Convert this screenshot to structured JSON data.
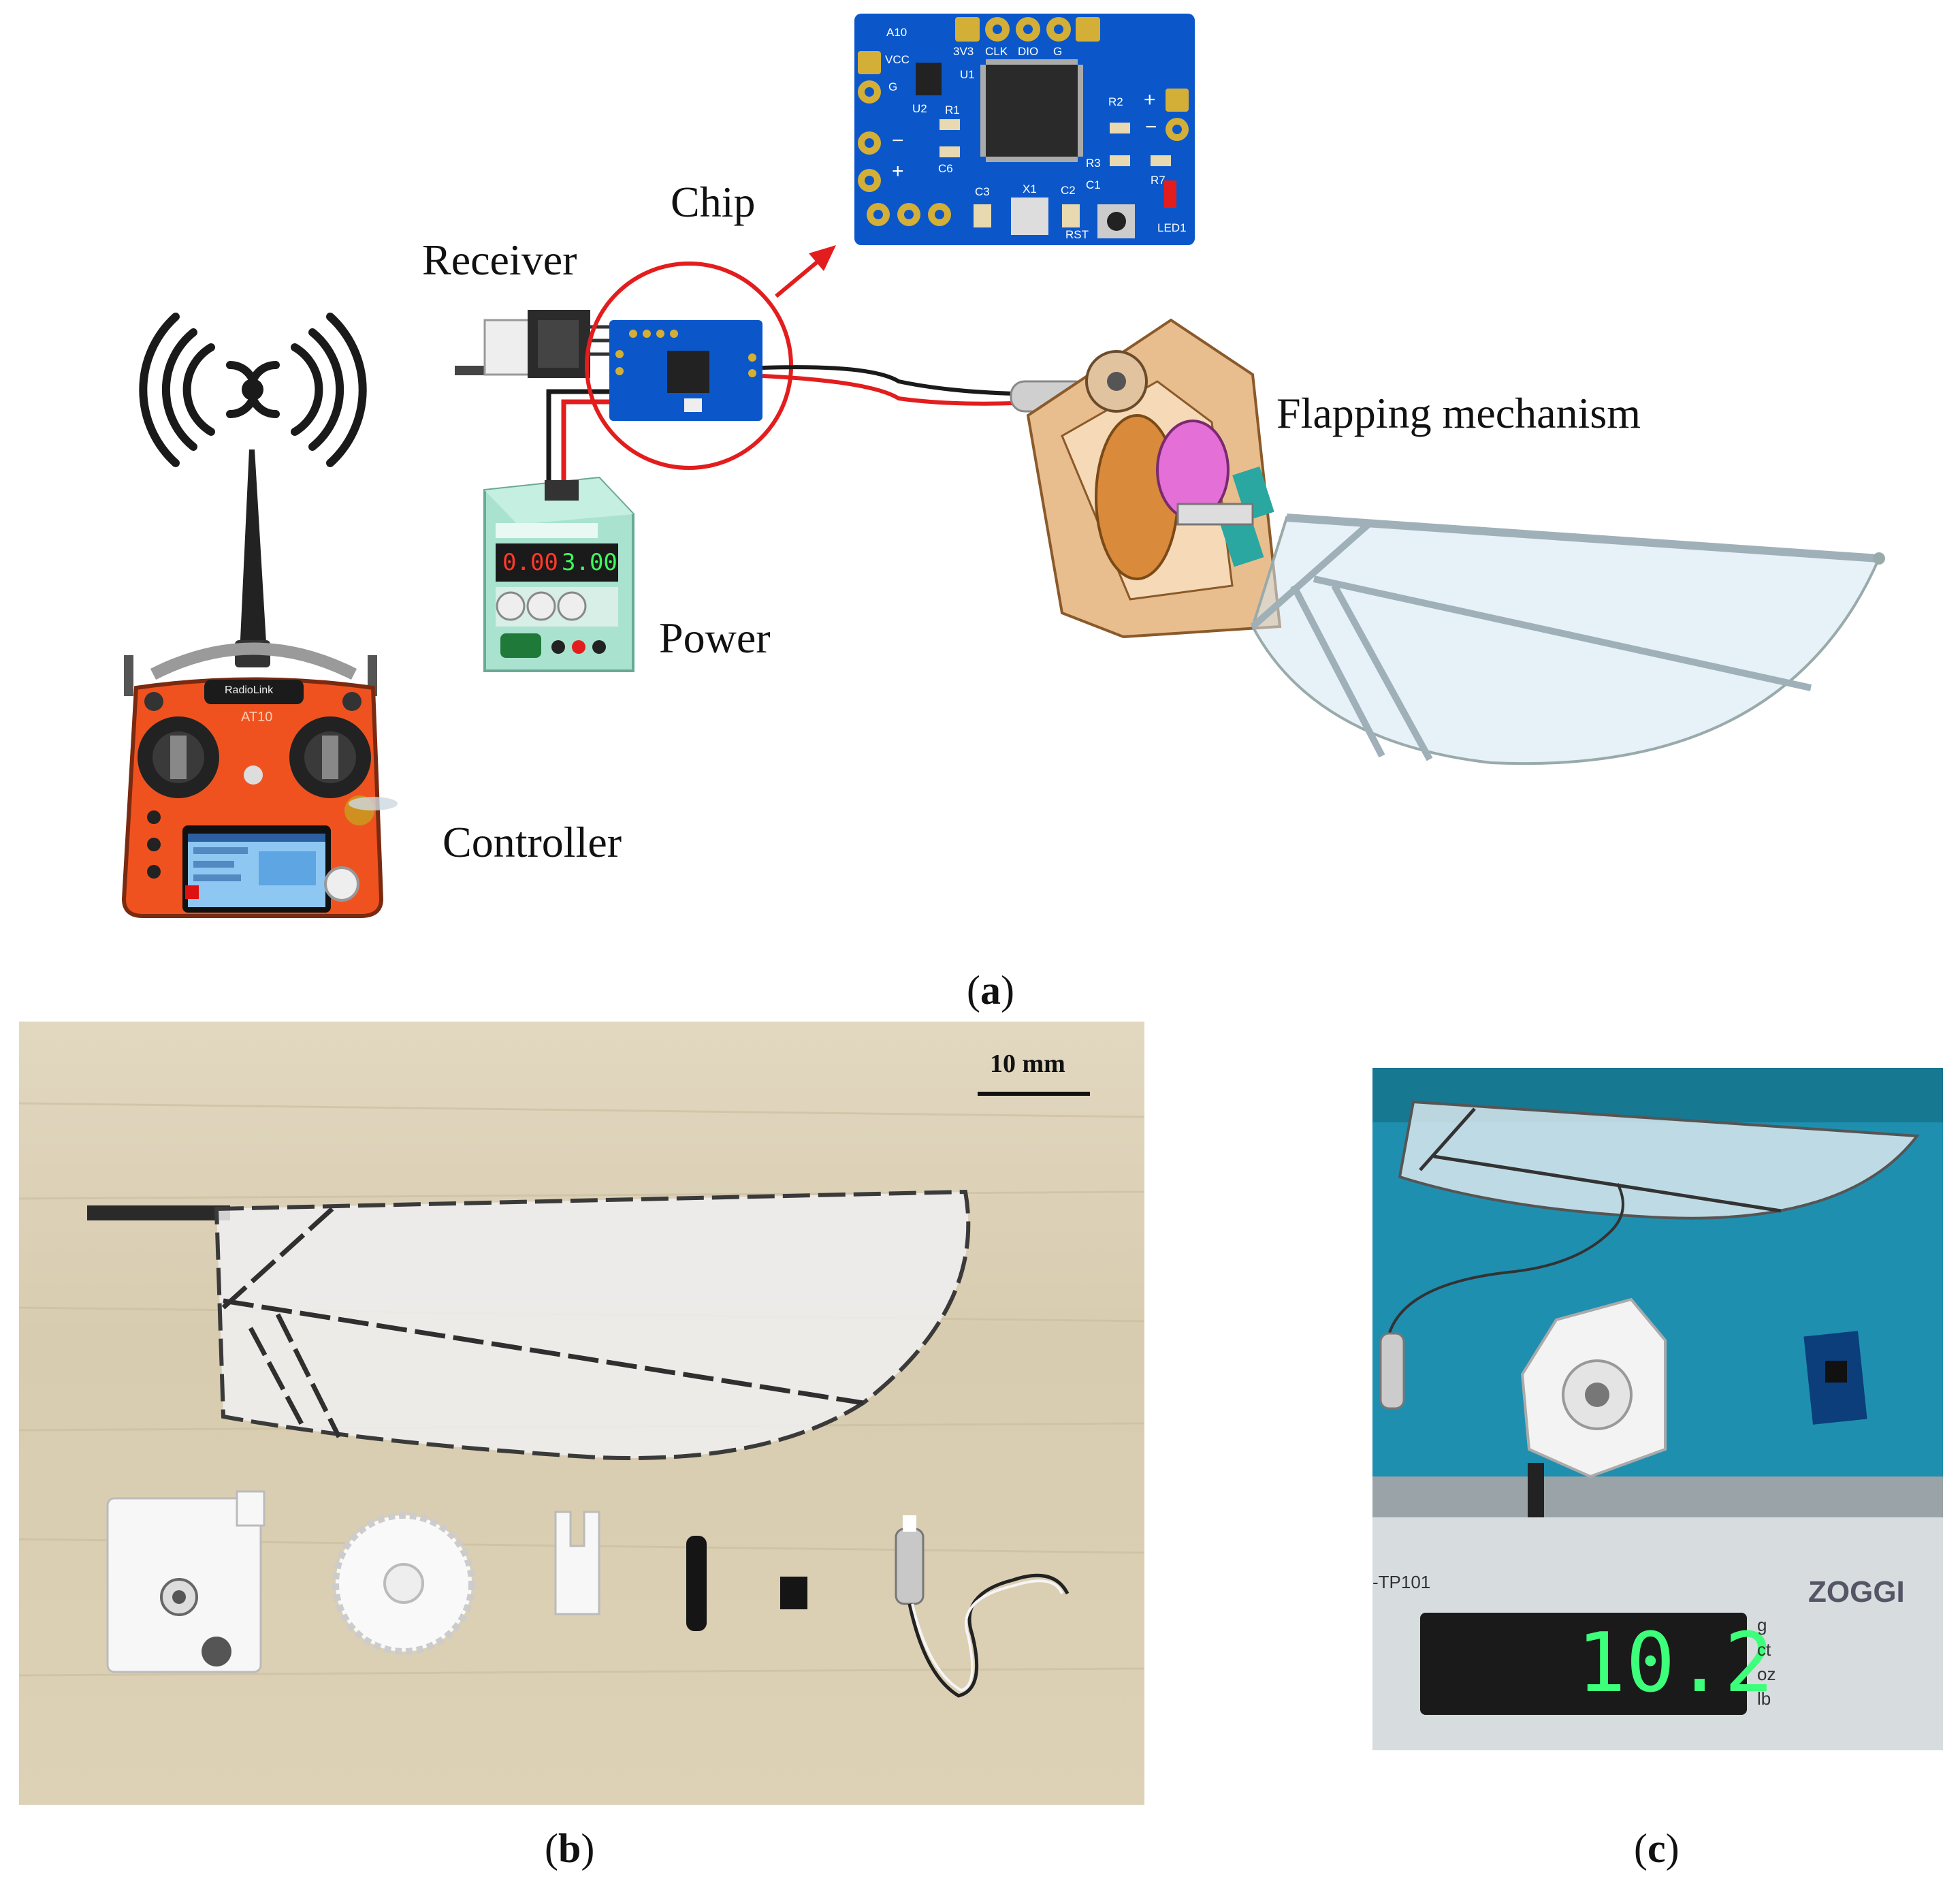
{
  "panel_a": {
    "caption": "a",
    "labels": {
      "receiver": "Receiver",
      "chip": "Chip",
      "power": "Power",
      "controller": "Controller",
      "flapping_mechanism": "Flapping mechanism"
    },
    "pcb_silk": {
      "a10": "A10",
      "vcc": "VCC",
      "g1": "G",
      "v33": "3V3",
      "clk": "CLK",
      "dio": "DIO",
      "g2": "G",
      "u1": "U1",
      "u2": "U2",
      "r1": "R1",
      "r2": "R2",
      "r3": "R3",
      "r7": "R7",
      "c6": "C6",
      "c3": "C3",
      "c2": "C2",
      "c1": "C1",
      "x1": "X1",
      "rst": "RST",
      "led1": "LED1",
      "plus": "+",
      "minus": "−"
    },
    "psu_display": {
      "left": "0.00",
      "right": "3.00"
    },
    "controller_brand": "RadioLink",
    "controller_model": "AT10"
  },
  "panel_b": {
    "caption": "b",
    "scale_bar": "10 mm"
  },
  "panel_c": {
    "caption": "c",
    "scale_reading": "10.2",
    "scale_units": [
      "g",
      "ct",
      "oz",
      "lb"
    ],
    "scale_brand": "ZOGGI",
    "scale_model": "-TP101"
  },
  "colors": {
    "pcb_blue": "#0b57c9",
    "controller_orange": "#f0521f",
    "highlight_red": "#e31d1d",
    "psu_green": "#a9e3cf",
    "frame_wood": "#e9be8e",
    "gear_orange": "#d98a3a",
    "disc_pink": "#e46fd6",
    "clamp_teal": "#2aa7a0",
    "table_wood": "#ddd1b6",
    "scale_plate": "#1f8fb0",
    "lcd_green": "#3dff7a"
  }
}
